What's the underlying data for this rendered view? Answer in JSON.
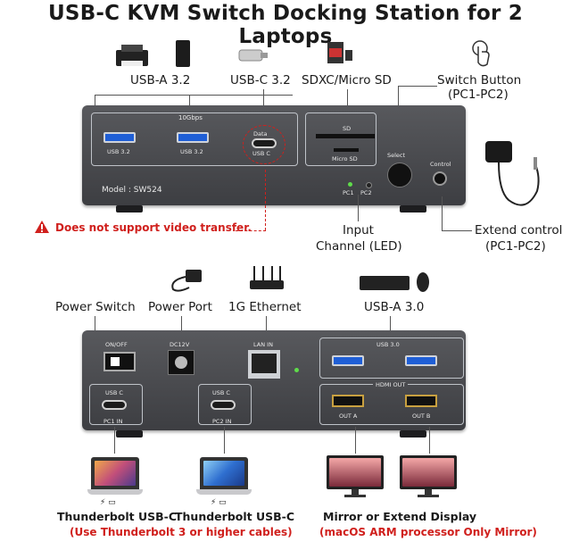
{
  "title": "USB-C KVM Switch Docking Station for 2 Laptops",
  "top_labels": {
    "usba32": "USB-A 3.2",
    "usbc32": "USB-C 3.2",
    "sd": "SDXC/Micro SD",
    "switch_btn": "Switch Button",
    "switch_btn_sub": "(PC1-PC2)",
    "input_channel": "Input",
    "input_channel_sub": "Channel (LED)",
    "extend": "Extend control",
    "extend_sub": "(PC1-PC2)",
    "warning": "Does not support video transfer."
  },
  "front_panel": {
    "speed": "10Gbps",
    "port1": "USB 3.2",
    "port2": "USB 3.2",
    "data": "Data",
    "usbc": "USB C",
    "sd": "SD",
    "microsd": "Micro SD",
    "select": "Select",
    "control": "Control",
    "model": "Model : SW524",
    "pc1": "PC1",
    "pc2": "PC2"
  },
  "bottom_labels": {
    "power_switch": "Power Switch",
    "power_port": "Power Port",
    "ethernet": "1G Ethernet",
    "usba30": "USB-A 3.0",
    "tb1": "Thunderbolt USB-C",
    "tb2": "Thunderbolt USB-C",
    "tb_note": "(Use Thunderbolt 3 or higher cables)",
    "mirror": "Mirror or Extend Display",
    "mirror_note": "(macOS ARM processor Only Mirror)"
  },
  "rear_panel": {
    "onoff": "ON/OFF",
    "dc": "DC12V",
    "lan": "LAN IN",
    "usb30": "USB 3.0",
    "hdmi_out": "HDMI OUT",
    "out_a": "OUT A",
    "out_b": "OUT B",
    "usbc1": "USB C",
    "pc1in": "PC1 IN",
    "usbc2": "USB C",
    "pc2in": "PC2 IN"
  },
  "colors": {
    "warning_red": "#d0201d",
    "usb_blue": "#1f5fd6",
    "panel": "#4a4b4f"
  }
}
